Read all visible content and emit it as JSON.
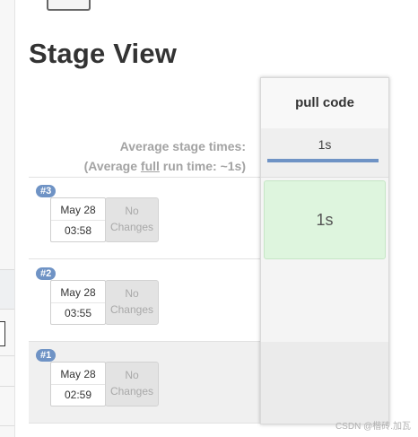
{
  "page": {
    "title": "Stage View"
  },
  "summary": {
    "avg_stage_label": "Average stage times:",
    "avg_full_prefix": "(Average ",
    "avg_full_word": "full",
    "avg_full_suffix": " run time: ~1s)"
  },
  "stage": {
    "name": "pull code",
    "avg_time": "1s",
    "progress": 1.0
  },
  "builds": [
    {
      "number": "#3",
      "date": "May 28",
      "time": "03:58",
      "changes_line1": "No",
      "changes_line2": "Changes",
      "stage_result": "1s",
      "status": "success"
    },
    {
      "number": "#2",
      "date": "May 28",
      "time": "03:55",
      "changes_line1": "No",
      "changes_line2": "Changes",
      "stage_result": "",
      "status": "none"
    },
    {
      "number": "#1",
      "date": "May 28",
      "time": "02:59",
      "changes_line1": "No",
      "changes_line2": "Changes",
      "stage_result": "",
      "status": "none"
    }
  ],
  "watermark": "CSDN @楷砖.加瓦",
  "colors": {
    "accent": "#6f93c5",
    "success_bg": "#def5de"
  }
}
